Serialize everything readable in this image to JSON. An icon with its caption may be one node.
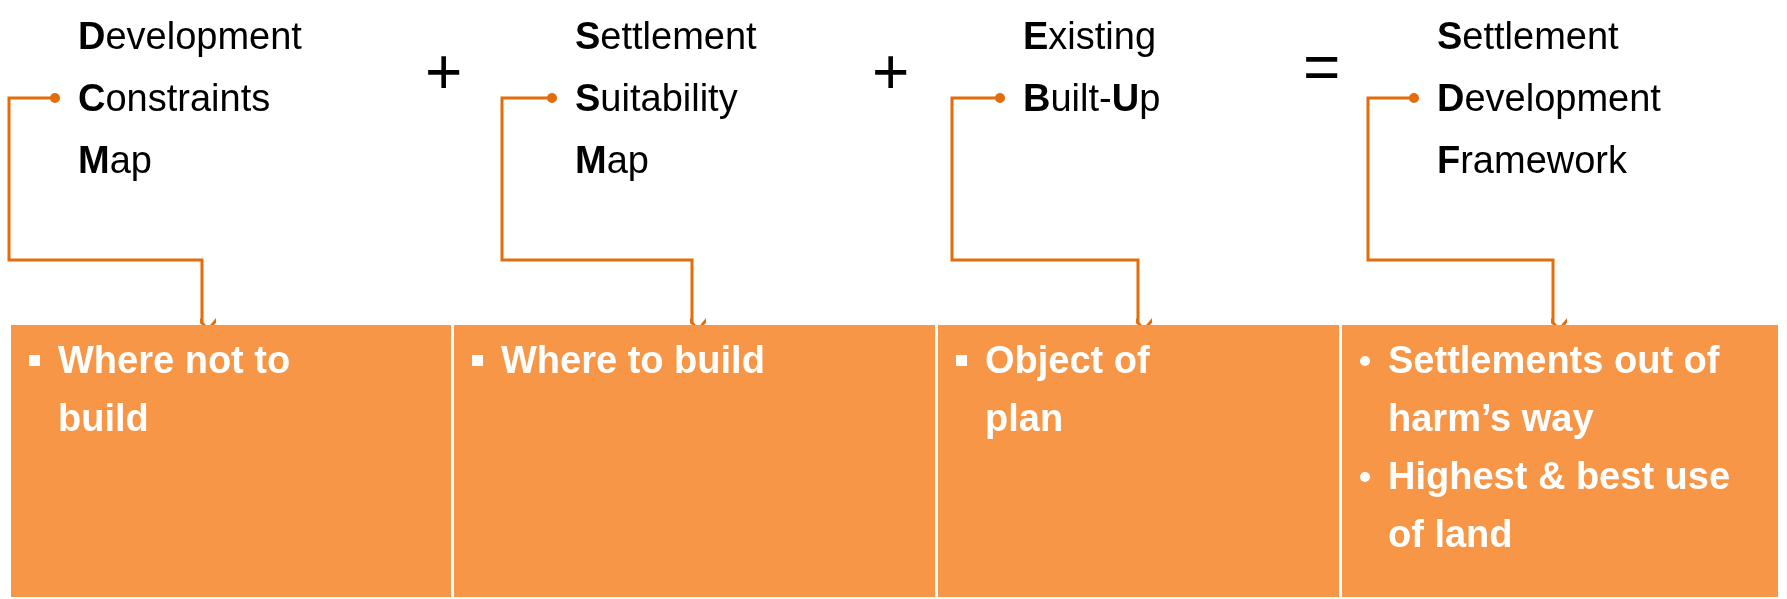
{
  "diagram": {
    "nodes": [
      {
        "text": [
          "**D**evelopment **C**onstraints **M**ap"
        ]
      },
      {
        "text": [
          "**S**ettlement **S**uitability **M**ap"
        ]
      },
      {
        "text": [
          "**E**xisting **B**uilt-**U**p"
        ]
      },
      {
        "text": [
          "**S**ettlement **D**evelopment **F**ramework"
        ]
      },
      {
        "text": [
          "Where not to build"
        ]
      },
      {
        "text": [
          "Where to build"
        ]
      },
      {
        "text": [
          "Object of plan"
        ]
      },
      {
        "text": [
          "Settlements out of harm’s way",
          "Highest & best use of land"
        ]
      }
    ],
    "edges": [
      {
        "from": 0,
        "to": 4,
        "arrow": "to"
      },
      {
        "from": 1,
        "to": 5,
        "arrow": "to"
      },
      {
        "from": 2,
        "to": 6,
        "arrow": "to"
      },
      {
        "from": 3,
        "to": 7,
        "arrow": "to"
      }
    ],
    "labels": [
      "+",
      "+",
      "="
    ]
  }
}
